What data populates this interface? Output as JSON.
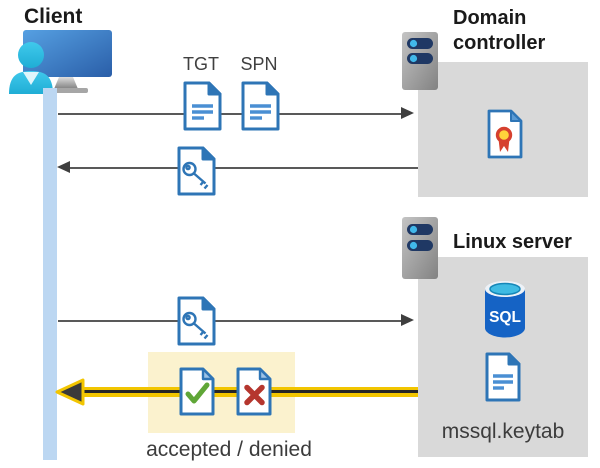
{
  "client": {
    "title": "Client"
  },
  "domain_controller": {
    "title": "Domain controller"
  },
  "linux_server": {
    "title": "Linux server",
    "sql_label": "SQL",
    "keytab_label": "mssql.keytab"
  },
  "flow": {
    "tgt_label": "TGT",
    "spn_label": "SPN",
    "result_label": "accepted / denied"
  },
  "colors": {
    "doc_blue": "#2e75b6",
    "doc_line_blue": "#4a8fd3",
    "fold_light_blue": "#9dc3e6",
    "timeline_blue": "#bcd7f2",
    "box_gray": "#d9d9d9",
    "highlight_yellow": "#fbf2ce",
    "arrow_yellow": "#f2c500",
    "arrow_gray": "#595959",
    "check_green": "#5fa637",
    "cross_red": "#b5362e",
    "cert_gold": "#ffd43b",
    "cert_red": "#d6402e",
    "sql_blue": "#1563c5",
    "sql_cyan": "#3fbbe3",
    "server_navy": "#1f3864"
  }
}
